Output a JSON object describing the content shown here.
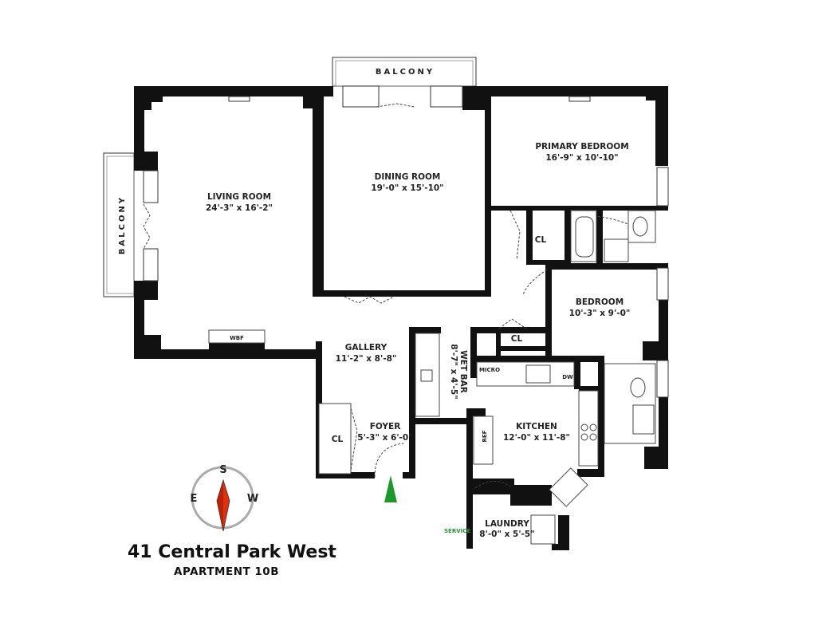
{
  "rooms": {
    "living": {
      "name": "LIVING ROOM",
      "dims": "24'-3\" x 16'-2\""
    },
    "dining": {
      "name": "DINING ROOM",
      "dims": "19'-0\" x 15'-10\""
    },
    "primary": {
      "name": "PRIMARY BEDROOM",
      "dims": "16'-9\" x 10'-10\""
    },
    "bedroom": {
      "name": "BEDROOM",
      "dims": "10'-3\" x 9'-0\""
    },
    "gallery": {
      "name": "GALLERY",
      "dims": "11'-2\" x 8'-8\""
    },
    "wetbar": {
      "name": "WET BAR",
      "dims": "8'-7\" x 4'-5\""
    },
    "kitchen": {
      "name": "KITCHEN",
      "dims": "12'-0\" x 11'-8\""
    },
    "foyer": {
      "name": "FOYER",
      "dims": "5'-3\" x 6'-0\""
    },
    "laundry": {
      "name": "LAUNDRY",
      "dims": "8'-0\" x 5'-5\""
    }
  },
  "labels": {
    "balcony_top": "BALCONY",
    "balcony_left": "BALCONY",
    "wbf": "WBF",
    "cl_foyer": "CL",
    "cl_primary": "CL",
    "cl_kitchen": "CL",
    "micro": "MICRO",
    "dw": "DW",
    "ref": "REF",
    "service": "SERVICE"
  },
  "compass": {
    "s": "S",
    "e": "E",
    "w": "W",
    "needle_color": "#e03010"
  },
  "entry_arrow_color": "#1a9a2a",
  "title": "41 Central Park West",
  "subtitle": "APARTMENT 10B"
}
